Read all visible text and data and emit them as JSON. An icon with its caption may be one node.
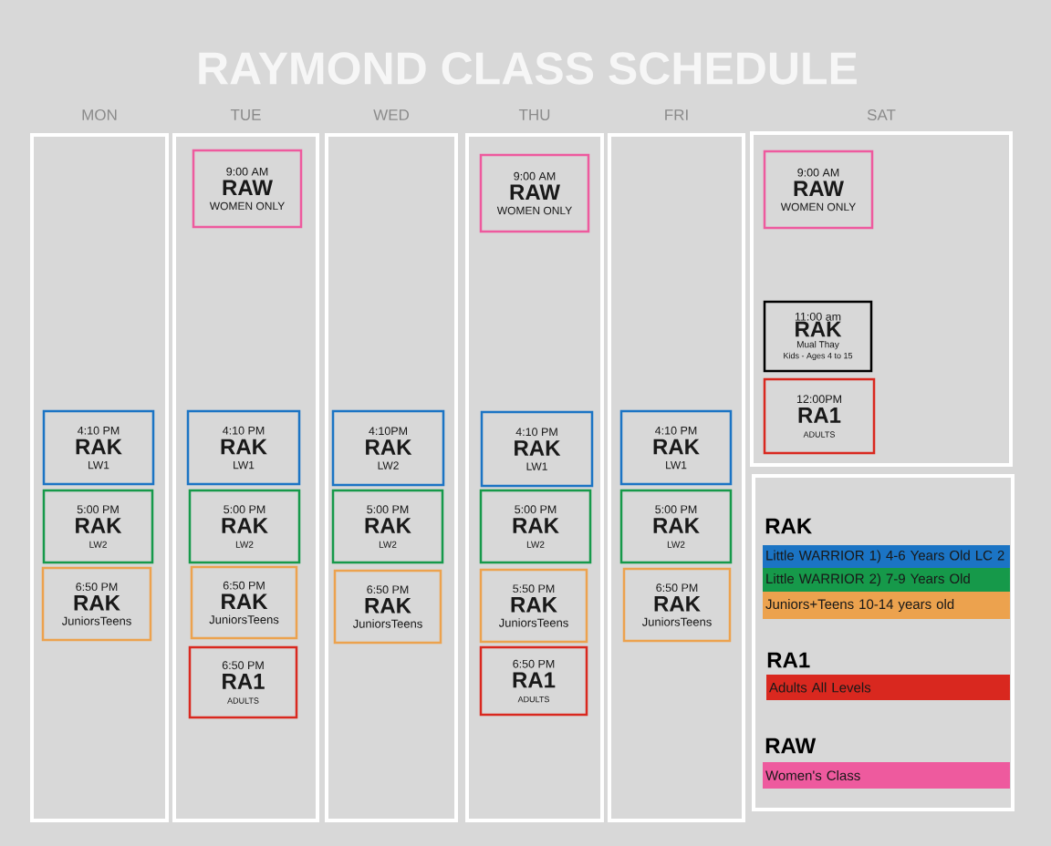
{
  "diagram": {
    "title": "RAYMOND CLASS SCHEDULE",
    "nodes": [
      {
        "text": [
          "MON"
        ]
      },
      {
        "text": [
          "4:10 PM",
          "RAK",
          "LW1"
        ],
        "in": 0
      },
      {
        "text": [
          "5:00 PM",
          "RAK",
          "LW2"
        ],
        "in": 0
      },
      {
        "text": [
          "6:50 PM",
          "RAK",
          "JuniorsTeens"
        ],
        "in": 0
      },
      {
        "text": [
          "TUE"
        ]
      },
      {
        "text": [
          "9:00 AM",
          "RAW",
          "WOMEN ONLY"
        ],
        "in": 4
      },
      {
        "text": [
          "4:10 PM",
          "RAK",
          "LW1"
        ],
        "in": 4
      },
      {
        "text": [
          "5:00 PM",
          "RAK",
          "LW2"
        ],
        "in": 4
      },
      {
        "text": [
          "6:50 PM",
          "RAK",
          "JuniorsTeens"
        ],
        "in": 4
      },
      {
        "text": [
          "6:50 PM",
          "RA1",
          "ADULTS"
        ],
        "in": 4
      },
      {
        "text": [
          "WED"
        ]
      },
      {
        "text": [
          "4:10PM",
          "RAK",
          "LW2"
        ],
        "in": 10
      },
      {
        "text": [
          "5:00 PM",
          "RAK",
          "LW2"
        ],
        "in": 10
      },
      {
        "text": [
          "6:50 PM",
          "RAK",
          "JuniorsTeens"
        ],
        "in": 10
      },
      {
        "text": [
          "THU"
        ]
      },
      {
        "text": [
          "9:00 AM",
          "RAW",
          "WOMEN ONLY"
        ],
        "in": 14
      },
      {
        "text": [
          "4:10 PM",
          "RAK",
          "LW1"
        ],
        "in": 14
      },
      {
        "text": [
          "5:00 PM",
          "RAK",
          "LW2"
        ],
        "in": 14
      },
      {
        "text": [
          "5:50 PM",
          "RAK",
          "JuniorsTeens"
        ],
        "in": 14
      },
      {
        "text": [
          "6:50 PM",
          "RA1",
          "ADULTS"
        ],
        "in": 14
      },
      {
        "text": [
          "FRI"
        ]
      },
      {
        "text": [
          "4:10 PM",
          "RAK",
          "LW1"
        ],
        "in": 20
      },
      {
        "text": [
          "5:00 PM",
          "RAK",
          "LW2"
        ],
        "in": 20
      },
      {
        "text": [
          "6:50 PM",
          "RAK",
          "JuniorsTeens"
        ],
        "in": 20
      },
      {
        "text": [
          "SAT"
        ]
      },
      {
        "text": [
          "9:00 AM",
          "RAW",
          "WOMEN ONLY"
        ],
        "in": 24
      },
      {
        "text": [
          "11:00 am",
          "RAK",
          "Mual Thay",
          "Kids - Ages 4 to 15"
        ],
        "in": 24
      },
      {
        "text": [
          "12:00PM",
          "RA1",
          "ADULTS"
        ],
        "in": 24
      }
    ],
    "labels": [
      "RAK",
      "RA1",
      "RAW"
    ],
    "legend": [
      {
        "text": "Little WARRIOR 1) 4-6 Years Old LC 2",
        "color": "#1b74c4"
      },
      {
        "text": "Little WARRIOR 2) 7-9 Years Old",
        "color": "#16994a"
      },
      {
        "text": "Juniors+Teens 10-14 years old",
        "color": "#eca24e"
      },
      {
        "text": "Adults All Levels",
        "color": "#d9281f"
      },
      {
        "text": "Women's Class",
        "color": "#ee5a9e"
      }
    ]
  }
}
